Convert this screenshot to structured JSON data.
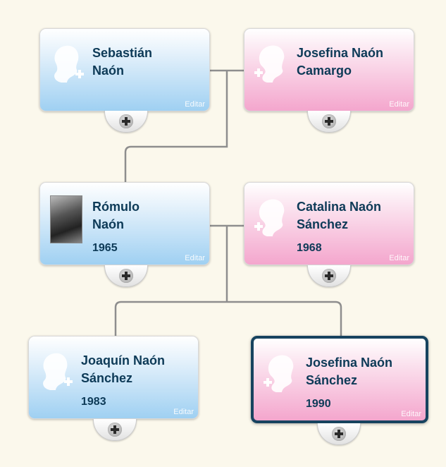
{
  "people": [
    {
      "id": "sebastian",
      "name": "Sebastián\nNaón",
      "year": "",
      "gender": "male",
      "avatar": "male-silhouette-icon",
      "edit_label": "Editar",
      "add_label": "+"
    },
    {
      "id": "josefina-camargo",
      "name": "Josefina Naón\nCamargo",
      "year": "",
      "gender": "female",
      "avatar": "female-silhouette-icon",
      "edit_label": "Editar",
      "add_label": "+"
    },
    {
      "id": "romulo",
      "name": "Rómulo\nNaón",
      "year": "1965",
      "gender": "male",
      "avatar": "portrait-photo",
      "edit_label": "Editar",
      "add_label": "+"
    },
    {
      "id": "catalina",
      "name": "Catalina Naón\nSánchez",
      "year": "1968",
      "gender": "female",
      "avatar": "female-silhouette-icon",
      "edit_label": "Editar",
      "add_label": "+"
    },
    {
      "id": "joaquin",
      "name": "Joaquín Naón\nSánchez",
      "year": "1983",
      "gender": "male",
      "avatar": "male-silhouette-icon",
      "edit_label": "Editar",
      "add_label": "+"
    },
    {
      "id": "josefina-sanchez",
      "name": "Josefina Naón\nSánchez",
      "year": "1990",
      "gender": "female",
      "avatar": "female-silhouette-icon",
      "edit_label": "Editar",
      "add_label": "+",
      "selected": true
    }
  ],
  "colors": {
    "background": "#fbf8ec",
    "male_card": "#9fd0f2",
    "female_card": "#f4a6cd",
    "text": "#0d3a57",
    "selected_border": "#17435f",
    "connector": "#8e8e8e"
  }
}
